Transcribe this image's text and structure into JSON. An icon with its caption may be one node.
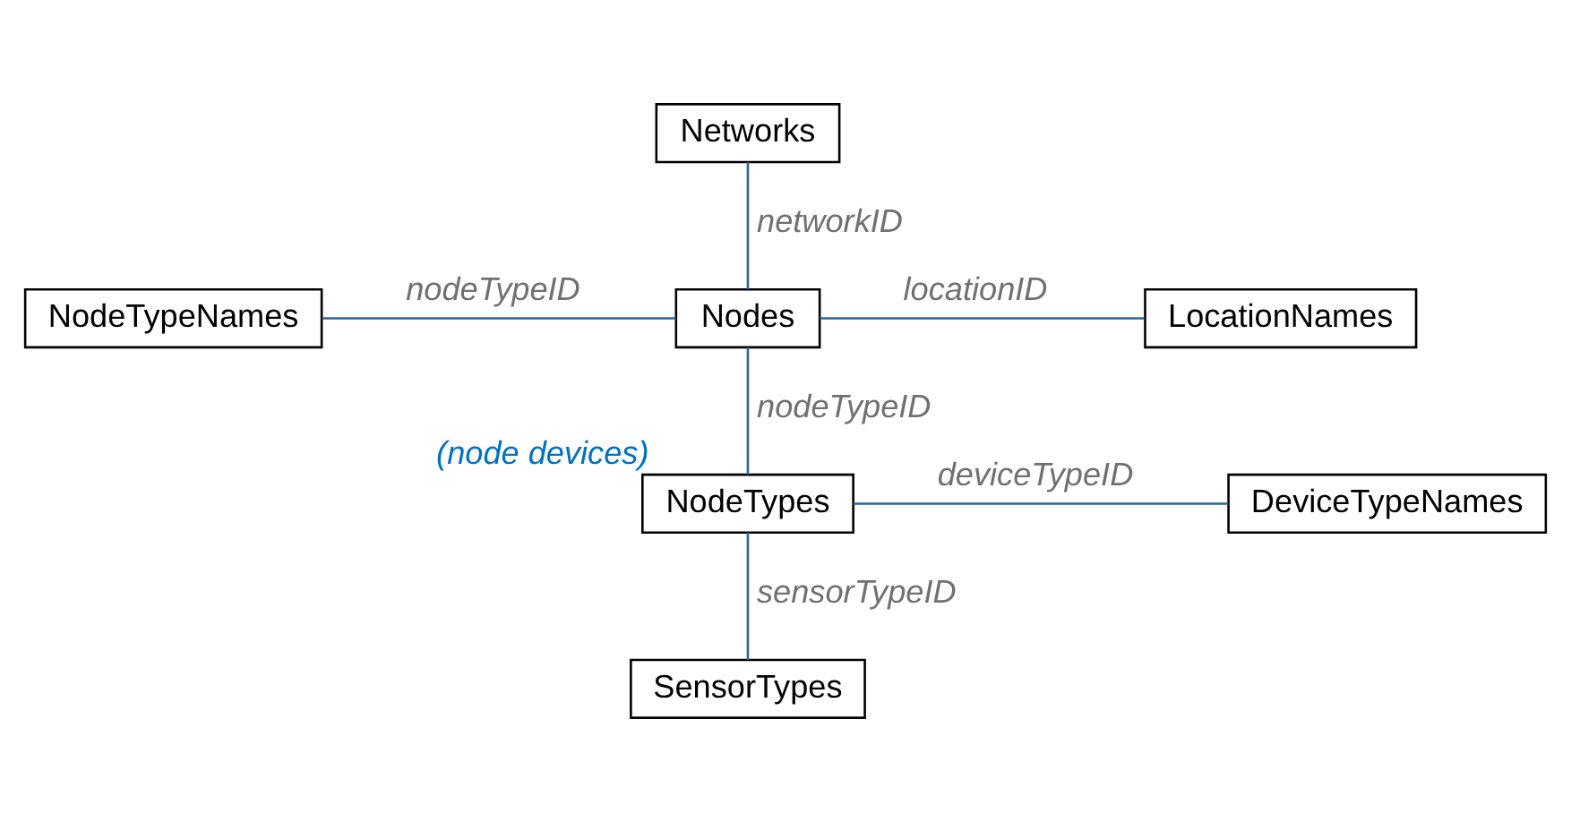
{
  "diagram": {
    "nodes": [
      {
        "text": [
          "Networks"
        ]
      },
      {
        "text": [
          "NodeTypeNames"
        ]
      },
      {
        "text": [
          "Nodes"
        ]
      },
      {
        "text": [
          "LocationNames"
        ]
      },
      {
        "text": [
          "NodeTypes"
        ],
        "beside": [
          "(node devices)"
        ]
      },
      {
        "text": [
          "DeviceTypeNames"
        ]
      },
      {
        "text": [
          "SensorTypes"
        ]
      }
    ],
    "edges": [
      {
        "from": 0,
        "to": 2,
        "arrow": "none",
        "label": "networkID"
      },
      {
        "from": 1,
        "to": 2,
        "arrow": "none",
        "label": "nodeTypeID"
      },
      {
        "from": 2,
        "to": 3,
        "arrow": "none",
        "label": "locationID"
      },
      {
        "from": 2,
        "to": 4,
        "arrow": "none",
        "label": "nodeTypeID"
      },
      {
        "from": 4,
        "to": 5,
        "arrow": "none",
        "label": "deviceTypeID"
      },
      {
        "from": 4,
        "to": 6,
        "arrow": "none",
        "label": "sensorTypeID"
      }
    ]
  }
}
